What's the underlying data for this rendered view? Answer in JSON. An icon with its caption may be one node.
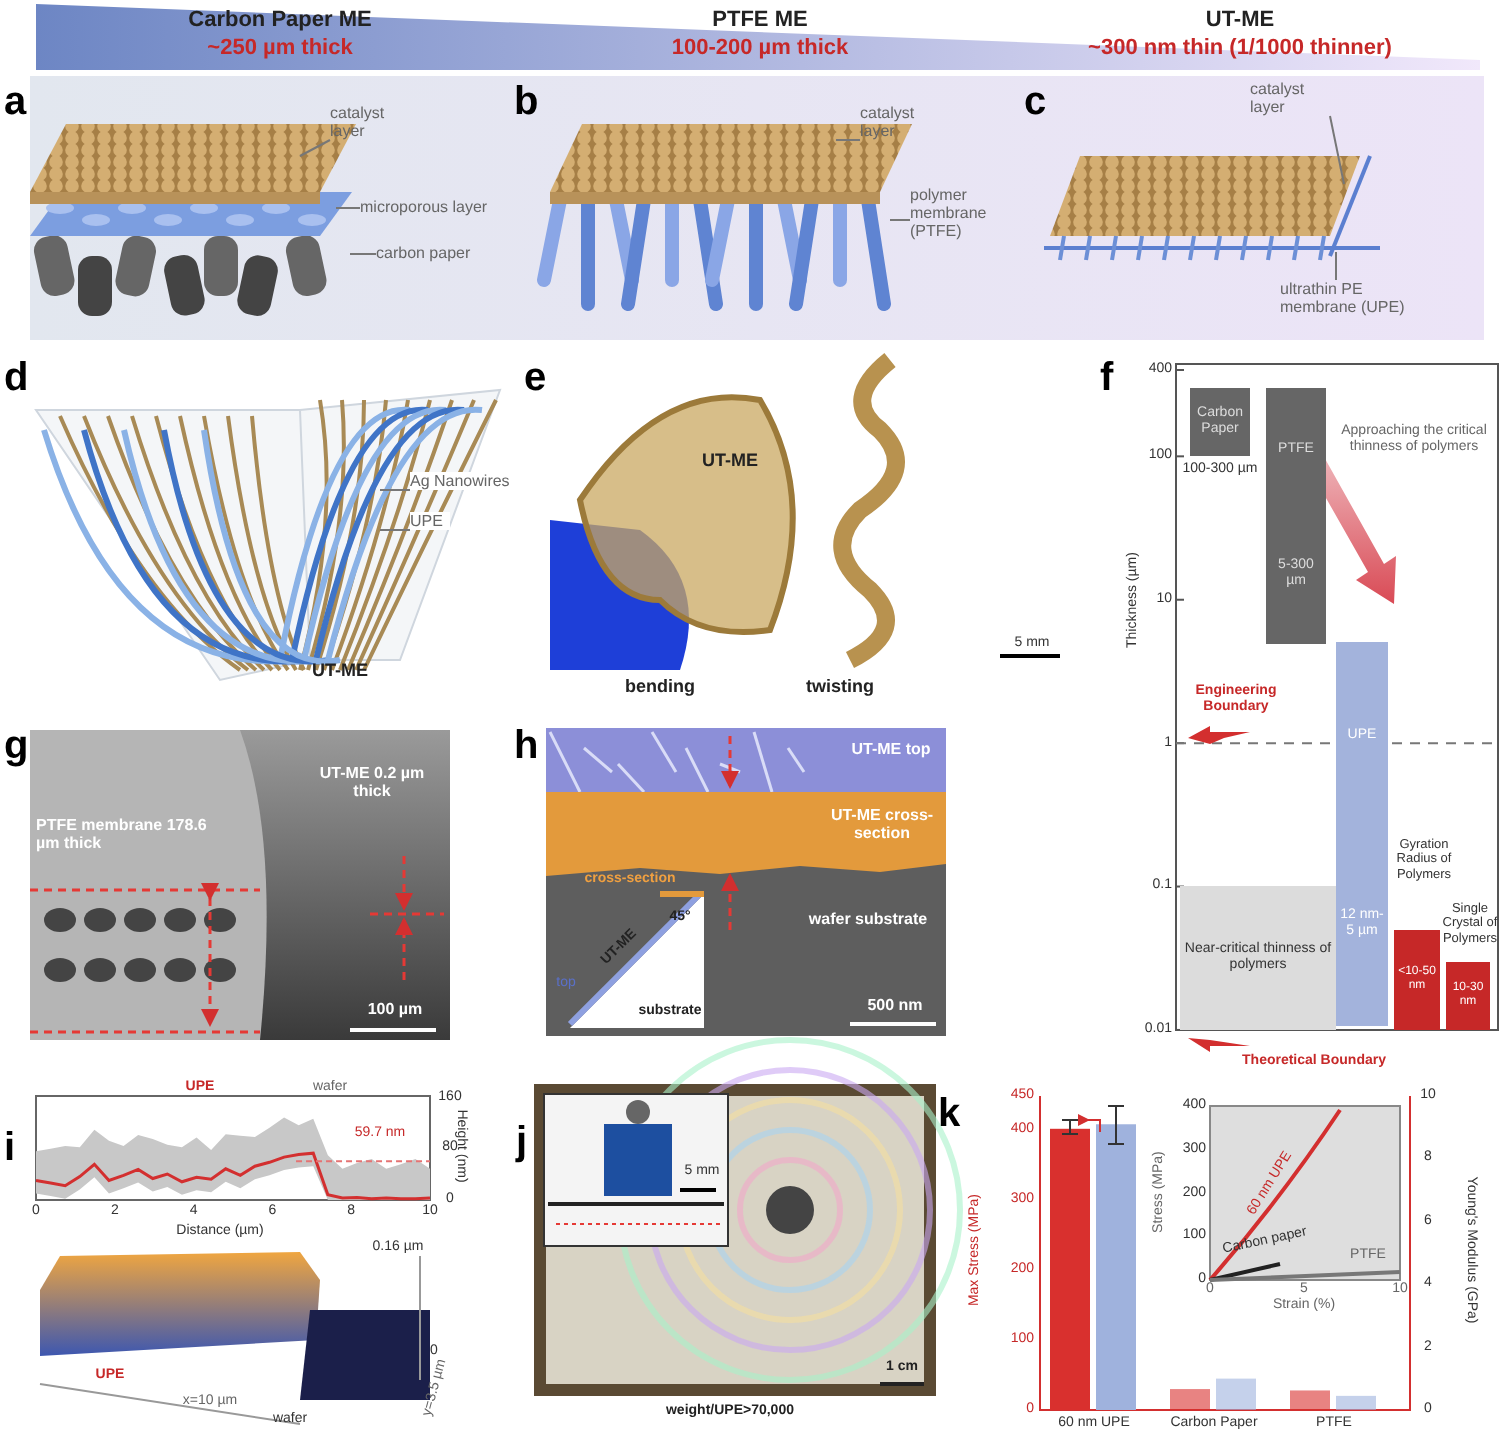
{
  "diagram": {
    "nodes": [
      {
        "text": [
          "catalyst layer"
        ]
      },
      {
        "text": [
          "microporous layer"
        ]
      },
      {
        "text": [
          "carbon paper"
        ]
      },
      {
        "text": [
          "catalyst layer"
        ]
      },
      {
        "text": [
          "polymer membrane (PTFE)"
        ]
      },
      {
        "text": [
          "catalyst layer"
        ]
      },
      {
        "text": [
          "ultrathin PE membrane (UPE)"
        ]
      },
      {
        "text": [
          "Ag Nanowires"
        ]
      },
      {
        "text": [
          "UPE"
        ]
      },
      {
        "text": [
          "Carbon Paper"
        ],
        "beside": [
          "100-300 µm"
        ]
      },
      {
        "text": [
          "PTFE",
          "5-300 µm"
        ]
      },
      {
        "text": [
          "UPE",
          "12 nm-5 µm"
        ]
      },
      {
        "text": [
          "Near-critical thinness of polymers"
        ]
      },
      {
        "text": [
          "<10-50 nm"
        ]
      },
      {
        "text": [
          "10-30 nm"
        ]
      }
    ],
    "edges": [
      {
        "from": 0,
        "to": null,
        "arrow": "none"
      },
      {
        "from": 1,
        "to": null,
        "arrow": "none"
      },
      {
        "from": 2,
        "to": null,
        "arrow": "none"
      },
      {
        "from": 3,
        "to": null,
        "arrow": "none"
      },
      {
        "from": 4,
        "to": null,
        "arrow": "none"
      },
      {
        "from": 5,
        "to": null,
        "arrow": "none"
      },
      {
        "from": 6,
        "to": null,
        "arrow": "none"
      },
      {
        "from": 7,
        "to": null,
        "arrow": "none"
      },
      {
        "from": 8,
        "to": null,
        "arrow": "none"
      }
    ],
    "labels": [
      "Carbon Paper ME",
      "~250 µm thick",
      "PTFE ME",
      "100-200 µm thick",
      "UT-ME",
      "~300 nm thin (1/1000 thinner)",
      "a",
      "b",
      "c",
      "d",
      "UT-ME",
      "e",
      "UT-ME",
      "5 mm",
      "bending",
      "twisting",
      "f",
      "400",
      "100",
      "10",
      "1",
      "0.1",
      "0.01",
      "Thickness (µm)",
      "Approaching the critical thinness of polymers",
      "Engineering Boundary",
      "Theoretical Boundary",
      "Gyration Radius of Polymers",
      "Single Crystal of Polymers",
      "g",
      "PTFE membrane 178.6 µm thick",
      "UT-ME 0.2 µm thick",
      "100 µm",
      "h",
      "UT-ME top",
      "UT-ME cross-section",
      "wafer substrate",
      "cross-section",
      "45°",
      "top",
      "UT-ME",
      "substrate",
      "500 nm",
      "i",
      "UPE",
      "wafer",
      "160",
      "80",
      "0",
      "Height (nm)",
      "59.7 nm",
      "0",
      "2",
      "4",
      "6",
      "8",
      "10",
      "Distance (µm)",
      "0.16 µm",
      "0",
      "UPE",
      "x=10 µm",
      "wafer",
      "y=3.5 µm",
      "j",
      "5 mm",
      "1 cm",
      "weight/UPE>70,000",
      "k",
      "450",
      "400",
      "300",
      "200",
      "100",
      "0",
      "Max Stress (MPa)",
      "10",
      "8",
      "6",
      "4",
      "2",
      "0",
      "Young's Modulus (GPa)",
      "60 nm UPE",
      "Carbon Paper",
      "PTFE",
      "400",
      "300",
      "200",
      "100",
      "0",
      "Stress (MPa)",
      "0",
      "5",
      "10",
      "Strain (%)",
      "60 nm UPE",
      "Carbon paper",
      "PTFE"
    ]
  }
}
